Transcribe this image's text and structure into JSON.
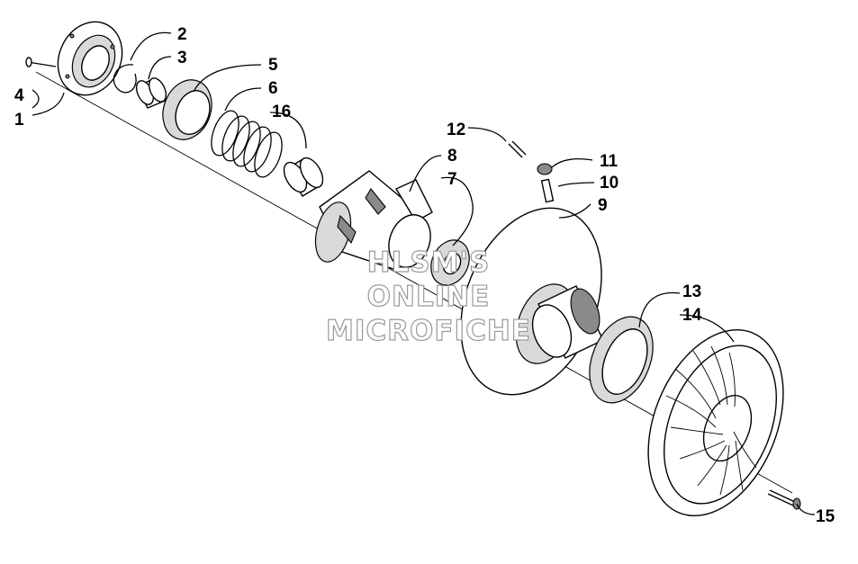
{
  "callouts": [
    {
      "id": "c1",
      "text": "1"
    },
    {
      "id": "c2",
      "text": "2"
    },
    {
      "id": "c3",
      "text": "3"
    },
    {
      "id": "c4",
      "text": "4"
    },
    {
      "id": "c5",
      "text": "5"
    },
    {
      "id": "c6",
      "text": "6"
    },
    {
      "id": "c7",
      "text": "7"
    },
    {
      "id": "c8",
      "text": "8"
    },
    {
      "id": "c9",
      "text": "9"
    },
    {
      "id": "c10",
      "text": "10"
    },
    {
      "id": "c11",
      "text": "11"
    },
    {
      "id": "c12",
      "text": "12"
    },
    {
      "id": "c13",
      "text": "13"
    },
    {
      "id": "c14",
      "text": "14"
    },
    {
      "id": "c15",
      "text": "15"
    },
    {
      "id": "c16",
      "text": "16"
    }
  ],
  "watermark": {
    "line1": "HLSM'S",
    "line2": "ONLINE",
    "line3": "MICROFICHE"
  }
}
